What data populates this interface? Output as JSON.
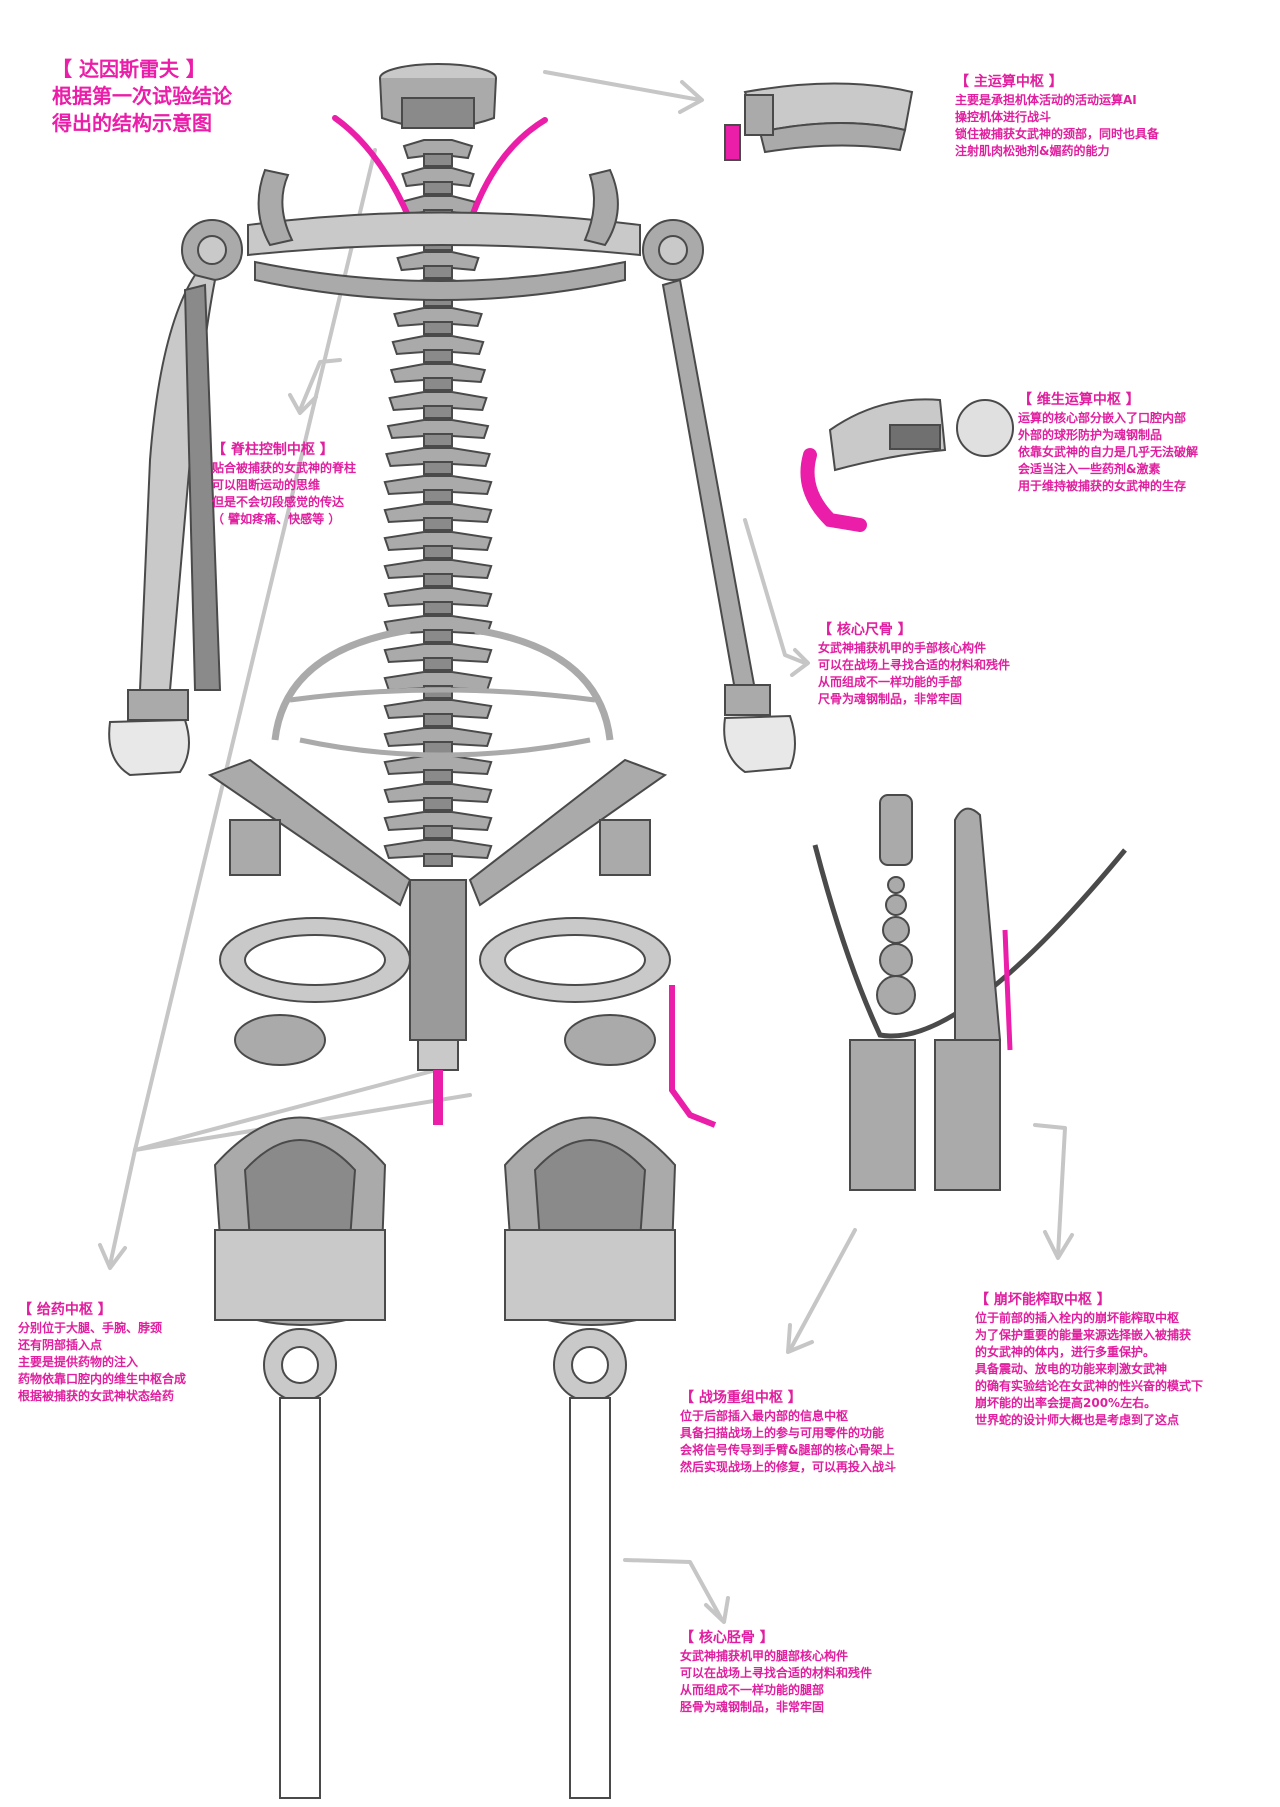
{
  "title": {
    "lines": [
      "【 达因斯雷夫 】",
      "根据第一次试验结论",
      "得出的结构示意图"
    ]
  },
  "notes": {
    "main_cpu": {
      "heading": "【 主运算中枢 】",
      "lines": [
        "主要是承担机体活动的活动运算AI",
        "操控机体进行战斗",
        "锁住被捕获女武神的颈部，同时也具备",
        "注射肌肉松弛剂&媚药的能力"
      ]
    },
    "life_support": {
      "heading": "【 维生运算中枢 】",
      "lines": [
        "运算的核心部分嵌入了口腔内部",
        "外部的球形防护为魂钢制品",
        "依靠女武神的自力是几乎无法破解",
        "会适当注入一些药剂&激素",
        "用于维持被捕获的女武神的生存"
      ]
    },
    "spine": {
      "heading": "【 脊柱控制中枢 】",
      "lines": [
        "贴合被捕获的女武神的脊柱",
        "可以阻断运动的思维",
        "但是不会切段感觉的传达",
        "（ 譬如疼痛、快感等 ）"
      ]
    },
    "ulna": {
      "heading": "【 核心尺骨 】",
      "lines": [
        "女武神捕获机甲的手部核心构件",
        "可以在战场上寻找合适的材料和残件",
        "从而组成不一样功能的手部",
        "尺骨为魂钢制品，非常牢固"
      ]
    },
    "drug": {
      "heading": "【 给药中枢 】",
      "lines": [
        "分别位于大腿、手腕、脖颈",
        "还有阴部插入点",
        "主要是提供药物的注入",
        "药物依靠口腔内的维生中枢合成",
        "根据被捕获的女武神状态给药"
      ]
    },
    "honkai": {
      "heading": "【 崩坏能榨取中枢 】",
      "lines": [
        "位于前部的插入栓内的崩坏能榨取中枢",
        "为了保护重要的能量来源选择嵌入被捕获",
        "的女武神的体内，进行多重保护。",
        "具备震动、放电的功能来刺激女武神",
        "的确有实验结论在女武神的性兴奋的模式下",
        "崩坏能的出率会提高200%左右。",
        "世界蛇的设计师大概也是考虑到了这点"
      ]
    },
    "battlefield": {
      "heading": "【 战场重组中枢 】",
      "lines": [
        "位于后部插入最内部的信息中枢",
        "具备扫描战场上的参与可用零件的功能",
        "会将信号传导到手臂&腿部的核心骨架上",
        "然后实现战场上的修复，可以再投入战斗"
      ]
    },
    "tibia": {
      "heading": "【 核心胫骨 】",
      "lines": [
        "女武神捕获机甲的腿部核心构件",
        "可以在战场上寻找合适的材料和残件",
        "从而组成不一样功能的腿部",
        "胫骨为魂钢制品，非常牢固"
      ]
    }
  },
  "colors": {
    "accent": "#ea1ea8",
    "text": "#e0209f",
    "metal_fill": "#aaaaaa",
    "metal_light": "#c9c9c9",
    "metal_dark": "#707070",
    "outline": "#4a4a4a",
    "arrow": "#c6c6c6"
  }
}
